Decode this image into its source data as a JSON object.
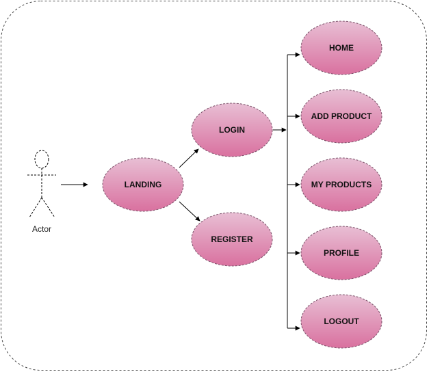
{
  "diagram": {
    "actor": {
      "label": "Actor"
    },
    "nodes": {
      "landing": "LANDING",
      "login": "LOGIN",
      "register": "REGISTER",
      "home": "HOME",
      "add_product": "ADD PRODUCT",
      "my_products": "MY PRODUCTS",
      "profile": "PROFILE",
      "logout": "LOGOUT"
    }
  },
  "colors": {
    "ellipse_top": "#e8bfd4",
    "ellipse_bottom": "#d9719f",
    "ellipse_stroke": "#7a5068",
    "line": "#000000",
    "frame_stroke": "#444444"
  }
}
